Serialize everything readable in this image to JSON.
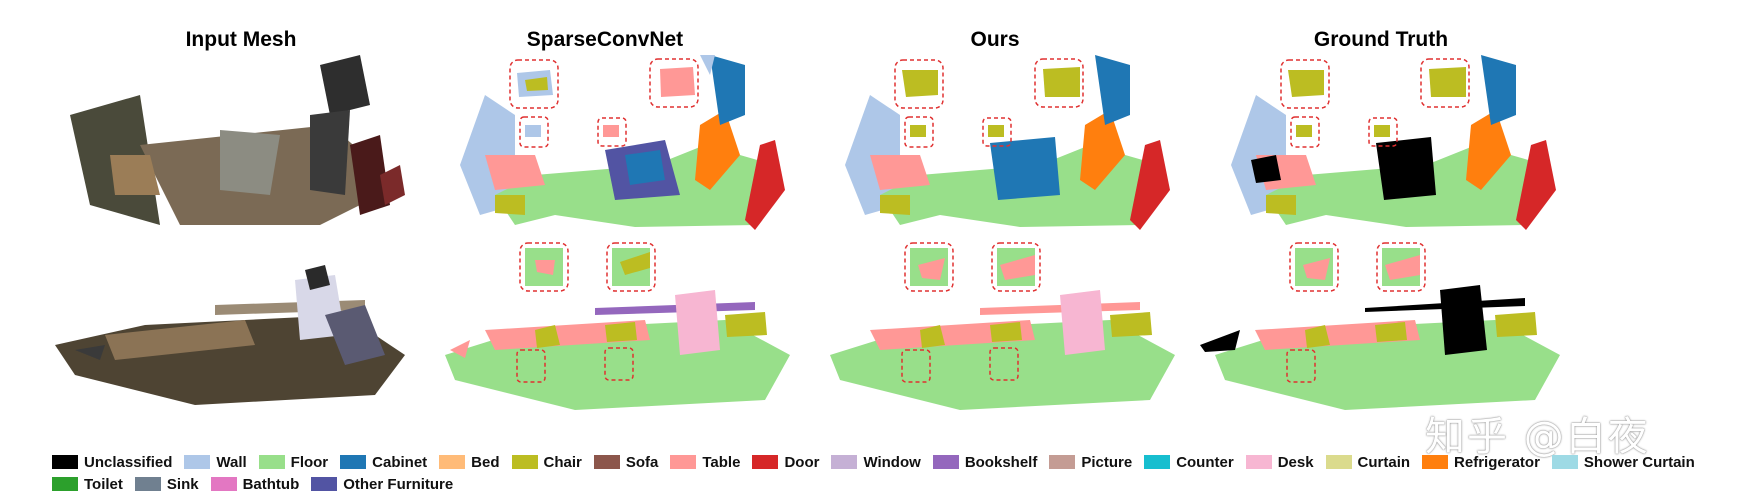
{
  "columns": [
    "Input Mesh",
    "SparseConvNet",
    "Ours",
    "Ground Truth"
  ],
  "watermark": "知乎 @白夜",
  "colors": {
    "floor": "#98df8a",
    "wall": "#aec7e8",
    "chair": "#bcbd22",
    "table": "#ff9896",
    "cabinet": "#1f77b4",
    "refrigerator": "#ff7f0e",
    "door": "#d62728",
    "desk": "#f7b6d2",
    "counter": "#17becf",
    "bookshelf": "#9467bd",
    "unclassified": "#000000",
    "dash": "#e03030"
  },
  "legend": [
    [
      {
        "label": "Unclassified",
        "color": "#000000"
      },
      {
        "label": "Wall",
        "color": "#aec7e8"
      },
      {
        "label": "Floor",
        "color": "#98df8a"
      },
      {
        "label": "Cabinet",
        "color": "#1f77b4"
      },
      {
        "label": "Bed",
        "color": "#ffbb78"
      },
      {
        "label": "Chair",
        "color": "#bcbd22"
      },
      {
        "label": "Sofa",
        "color": "#8c564b"
      },
      {
        "label": "Table",
        "color": "#ff9896"
      },
      {
        "label": "Door",
        "color": "#d62728"
      },
      {
        "label": "Window",
        "color": "#c5b0d5"
      },
      {
        "label": "Bookshelf",
        "color": "#9467bd"
      },
      {
        "label": "Picture",
        "color": "#c49c94"
      },
      {
        "label": "Counter",
        "color": "#17becf"
      },
      {
        "label": "Desk",
        "color": "#f7b6d2"
      },
      {
        "label": "Curtain",
        "color": "#dbdb8d"
      },
      {
        "label": "Refrigerator",
        "color": "#ff7f0e"
      },
      {
        "label": "Shower Curtain",
        "color": "#9edae5"
      }
    ],
    [
      {
        "label": "Toilet",
        "color": "#2ca02c"
      },
      {
        "label": "Sink",
        "color": "#708090"
      },
      {
        "label": "Bathtub",
        "color": "#e377c2"
      },
      {
        "label": "Other Furniture",
        "color": "#5254a3"
      }
    ]
  ]
}
